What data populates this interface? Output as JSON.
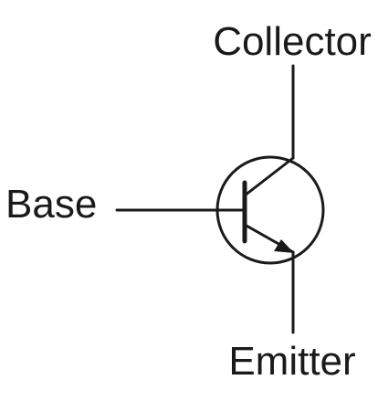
{
  "diagram": {
    "labels": {
      "collector": "Collector",
      "base": "Base",
      "emitter": "Emitter"
    },
    "colors": {
      "line": "#1a1a1a",
      "background": "#ffffff"
    },
    "symbol": "npn-transistor"
  }
}
